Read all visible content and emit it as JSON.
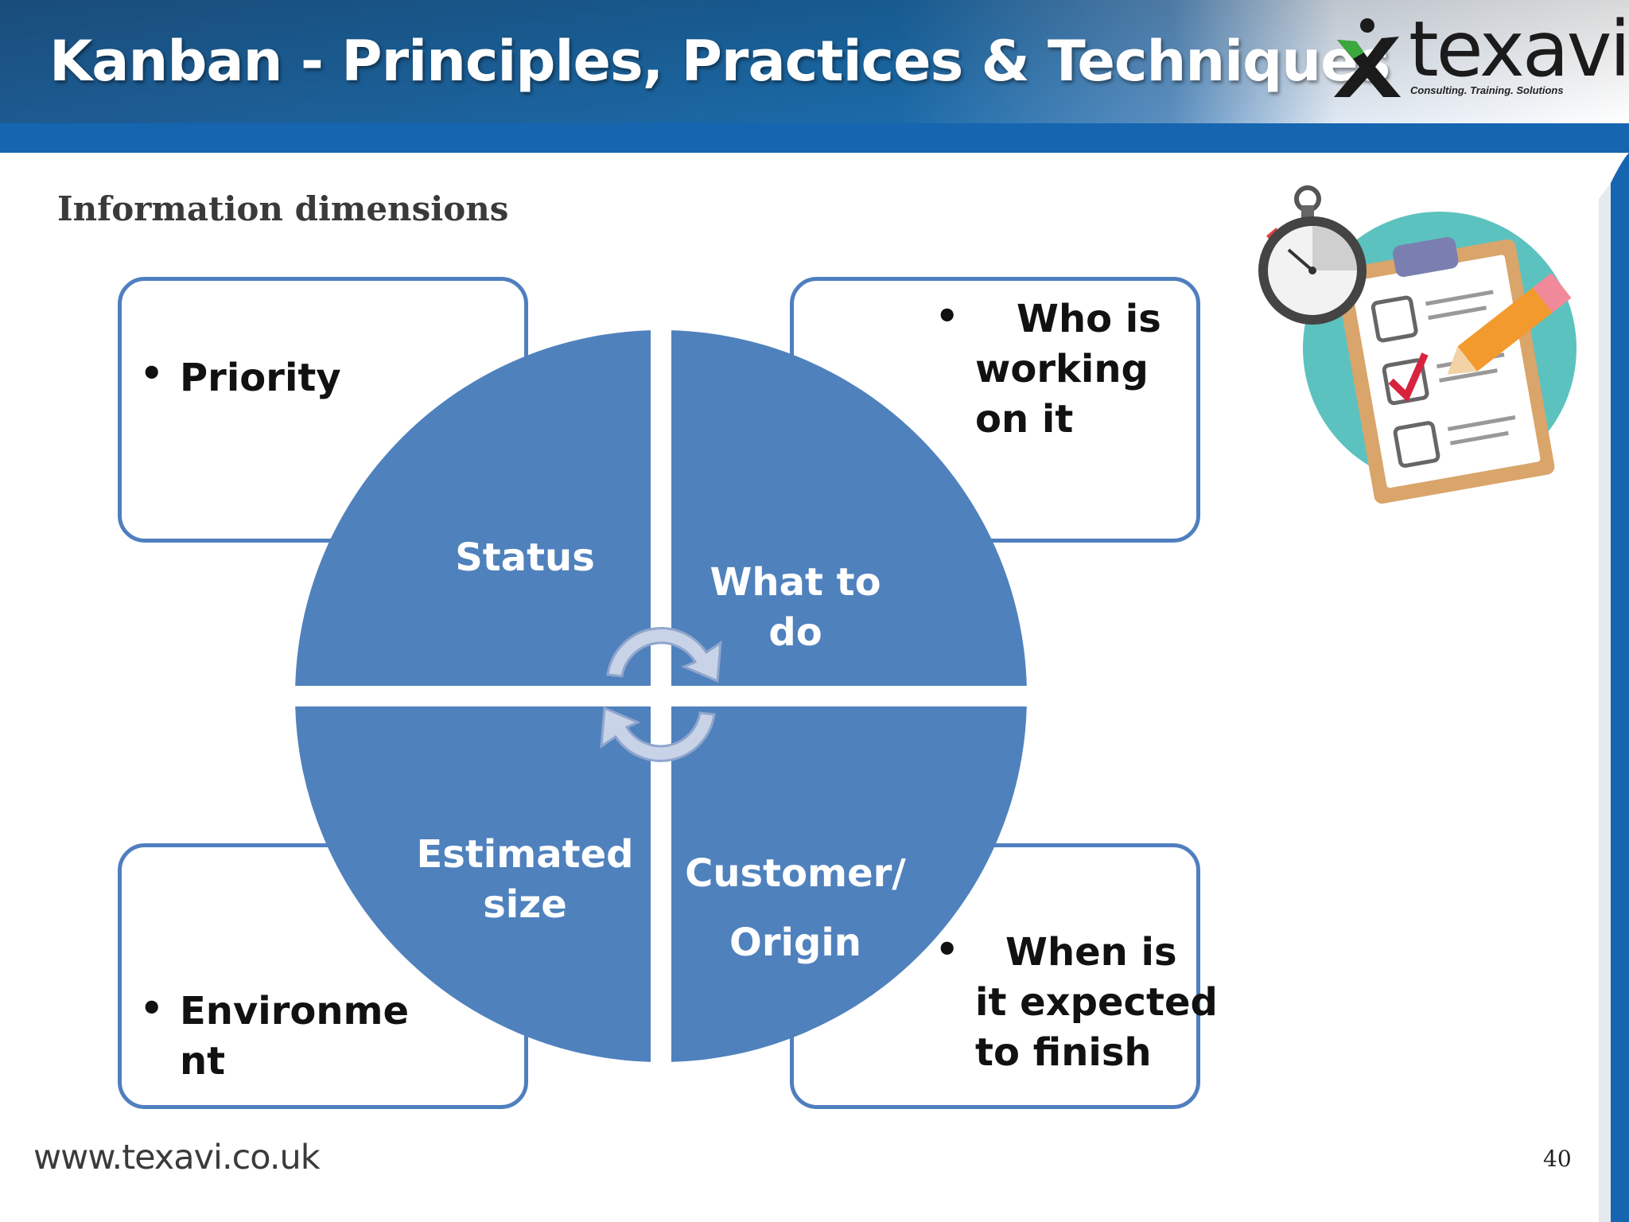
{
  "header": {
    "title": "Kanban - Principles, Practices & Techniques",
    "logo": {
      "name": "texavi-logo",
      "wordmark": "texavi",
      "tagline": "Consulting. Training. Solutions"
    },
    "bar_color": "#1c5d95"
  },
  "slide": {
    "subtitle": "Information dimensions",
    "accent_color": "#4f7fbf"
  },
  "diagram": {
    "quadrants": [
      {
        "id": "top-left",
        "label": "Status"
      },
      {
        "id": "top-right",
        "label": "What to\ndo"
      },
      {
        "id": "bottom-left",
        "label": "Estimated\nsize"
      },
      {
        "id": "bottom-right",
        "label": "Customer/\nOrigin"
      }
    ],
    "corner_boxes": [
      {
        "id": "top-left",
        "bullet": "Priority"
      },
      {
        "id": "top-right",
        "bullet": "Who is\nworking\non it"
      },
      {
        "id": "bottom-left",
        "bullet": "Environme\nnt"
      },
      {
        "id": "bottom-right",
        "bullet": "When is\nit expected\nto finish"
      }
    ],
    "center_icon": "cycle-arrows-icon"
  },
  "illustration": {
    "icon": "checklist-stopwatch-icon"
  },
  "footer": {
    "website": "www.texavi.co.uk",
    "page_number": "40"
  }
}
